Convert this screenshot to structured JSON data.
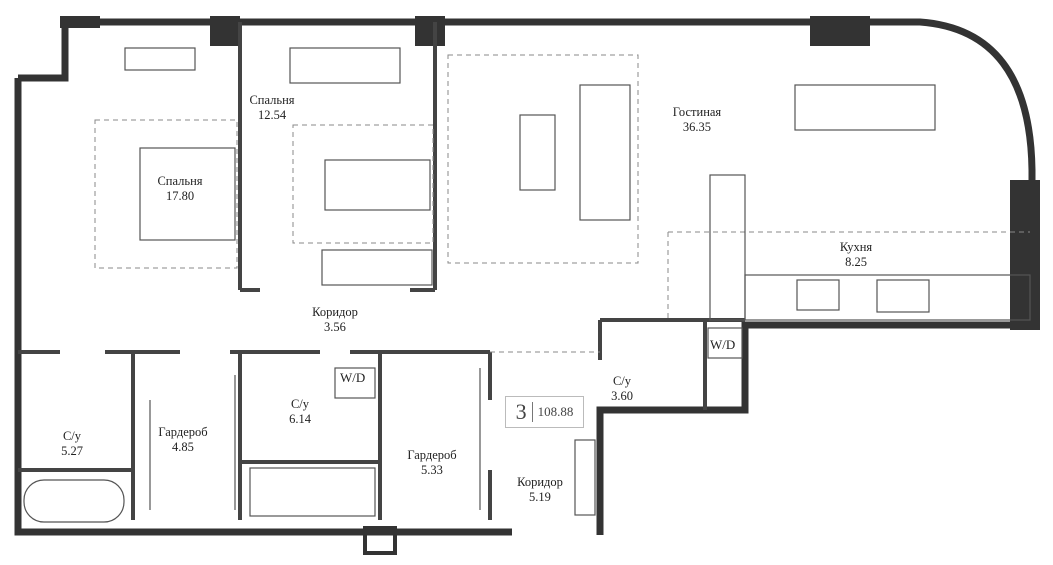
{
  "plan": {
    "rooms": [
      {
        "name": "Спальня",
        "area": "17.80"
      },
      {
        "name": "Спальня",
        "area": "12.54"
      },
      {
        "name": "Гостиная",
        "area": "36.35"
      },
      {
        "name": "Кухня",
        "area": "8.25"
      },
      {
        "name": "Коридор",
        "area": "3.56"
      },
      {
        "name": "С/у",
        "area": "6.14"
      },
      {
        "name": "С/у",
        "area": "3.60"
      },
      {
        "name": "Гардероб",
        "area": "4.85"
      },
      {
        "name": "Гардероб",
        "area": "5.33"
      },
      {
        "name": "Коридор",
        "area": "5.19"
      },
      {
        "name": "С/у",
        "area": "5.27"
      }
    ],
    "washer_label": "W/D",
    "badge": {
      "rooms": "3",
      "total_area": "108.88"
    },
    "colors": {
      "wall": "#333333",
      "line": "#444444",
      "dashed": "#888888"
    }
  }
}
